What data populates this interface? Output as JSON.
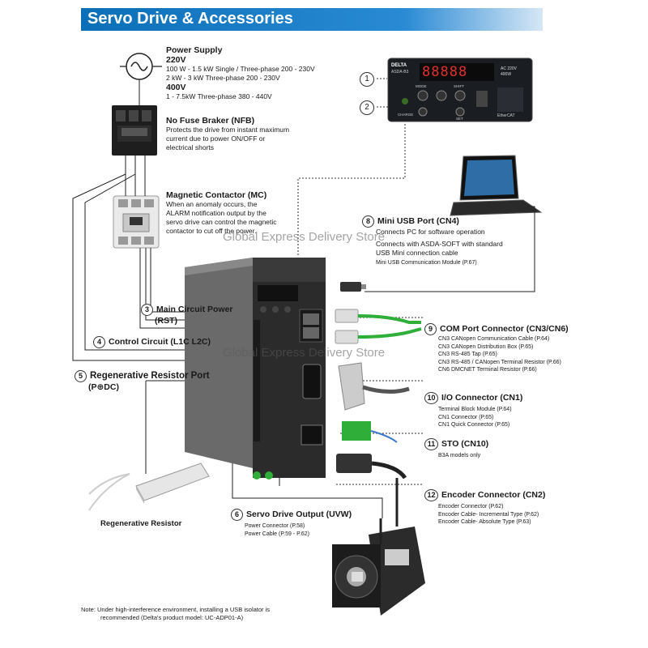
{
  "title": "Servo Drive & Accessories",
  "watermark": "Global Express Delivery Store",
  "power_supply": {
    "heading": "Power Supply",
    "v220": "220V",
    "line1": "100 W - 1.5 kW Single / Three-phase 200 - 230V",
    "line2": "2 kW - 3 kW Three-phase 200 - 230V",
    "v400": "400V",
    "line3": "1 - 7.5kW Three-phase 380 - 440V"
  },
  "nfb": {
    "heading": "No Fuse Braker (NFB)",
    "desc1": "Protects the drive from instant maximum",
    "desc2": "current due to power ON/OFF or",
    "desc3": "electrical shorts"
  },
  "mc": {
    "heading": "Magnetic Contactor (MC)",
    "desc1": "When an anomaly occurs, the",
    "desc2": "ALARM notification output by the",
    "desc3": "servo drive can control the magnetic",
    "desc4": "contactor to cut off the power."
  },
  "keypad": {
    "brand": "DELTA",
    "model": "ASDA-B3",
    "ac": "AC 220V",
    "power": "400W",
    "display": "88888",
    "mode": "MODE",
    "shift": "SHIFT",
    "set": "SET",
    "charge": "CHARGE",
    "ethercat": "EtherCAT",
    "callout1": "1",
    "callout2": "2"
  },
  "items": {
    "i3": {
      "num": "3",
      "label": "Main Circuit Power",
      "sub": "(RST)"
    },
    "i4": {
      "num": "4",
      "label": "Control Circuit (L1C L2C)"
    },
    "i5": {
      "num": "5",
      "label": "Regenerative Resistor Port",
      "sub": "(P⊕DC)"
    },
    "i6": {
      "num": "6",
      "label": "Servo Drive Output (UVW)",
      "l1": "Power Connector (P.58)",
      "l2": "Power Cable (P.59 - P.62)"
    },
    "i8": {
      "num": "8",
      "label": "Mini USB Port (CN4)",
      "l1": "Connects PC for software operation",
      "l2": "Connects with ASDA-SOFT with standard",
      "l3": "USB Mini connection cable",
      "l4": "Mini USB Communication Module (P.67)"
    },
    "i9": {
      "num": "9",
      "label": "COM Port Connector (CN3/CN6)",
      "l1": "CN3 CANopen Communication Cable (P.64)",
      "l2": "CN3 CANopen Distribution Box (P.65)",
      "l3": "CN3 RS-485 Tap (P.65)",
      "l4": "CN3 RS-485 / CANopen Terminal Resistor (P.66)",
      "l5": "CN6 DMCNET Terminal Resistor (P.66)"
    },
    "i10": {
      "num": "10",
      "label": "I/O Connector (CN1)",
      "l1": "Terminal Block Module (P.64)",
      "l2": "CN1 Connector (P.65)",
      "l3": "CN1 Quick Connector (P.65)"
    },
    "i11": {
      "num": "11",
      "label": "STO (CN10)",
      "l1": "B3A models only"
    },
    "i12": {
      "num": "12",
      "label": "Encoder Connector (CN2)",
      "l1": "Encoder Connector (P.62)",
      "l2": "Encoder Cable- Incremental Type (P.62)",
      "l3": "Encoder Cable- Absolute Type (P.63)"
    }
  },
  "regen_resistor": "Regenerative Resistor",
  "note": {
    "l1": "Note: Under high-interference environment, installing a USB isolator is",
    "l2": "recommended (Delta's product model: UC-ADP01-A)"
  },
  "colors": {
    "title_blue": "#0b6fb8",
    "drive_dark": "#2b2b2b",
    "connector_green": "#2fae3a"
  }
}
